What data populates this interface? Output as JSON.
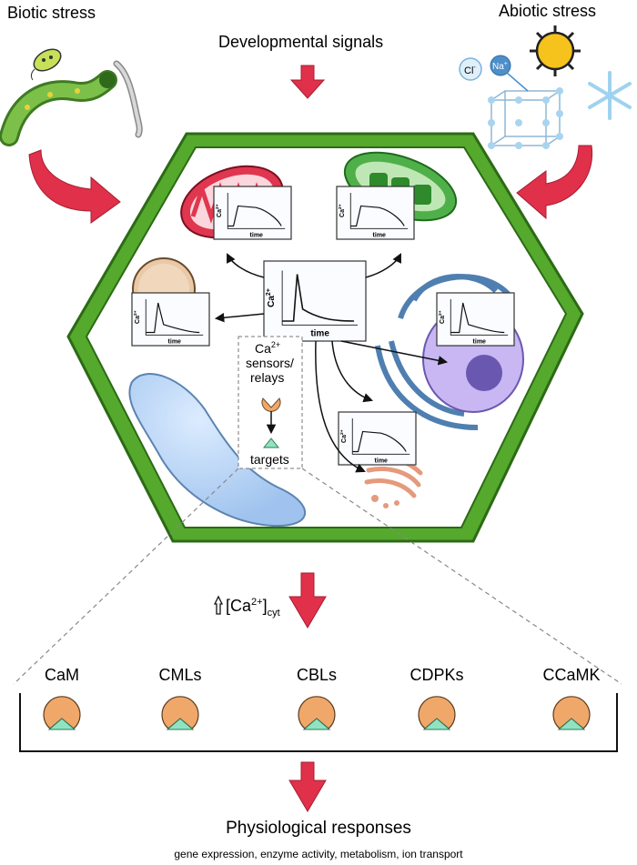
{
  "headings": {
    "biotic": "Biotic stress",
    "abiotic": "Abiotic stress",
    "developmental": "Developmental signals"
  },
  "ions": {
    "cl": "Cl",
    "cl_sup": "-",
    "na": "Na",
    "na_sup": "+"
  },
  "center_graph": {
    "ylabel": "Ca",
    "ylabel_sup": "2+",
    "xlabel": "time"
  },
  "small_graphs": {
    "ylabel": "Ca",
    "ylabel_sup": "2+",
    "xlabel": "time"
  },
  "sensor_box": {
    "line1": "Ca",
    "line1_sup": "2+",
    "line2": "sensors/",
    "line3": "relays",
    "targets": "targets"
  },
  "increase": {
    "prefix": "[Ca",
    "sup": "2+",
    "suffix": "]",
    "sub": "cyt"
  },
  "sensors": [
    "CaM",
    "CMLs",
    "CBLs",
    "CDPKs",
    "CCaMK"
  ],
  "outcome": {
    "title": "Physiological responses",
    "subtitle": "gene expression, enzyme activity, metabolism, ion transport"
  },
  "colors": {
    "cell_wall": "#55a92d",
    "arrow": "#e0304a",
    "sensor": "#f0a86a",
    "target": "#8fe3c2"
  }
}
